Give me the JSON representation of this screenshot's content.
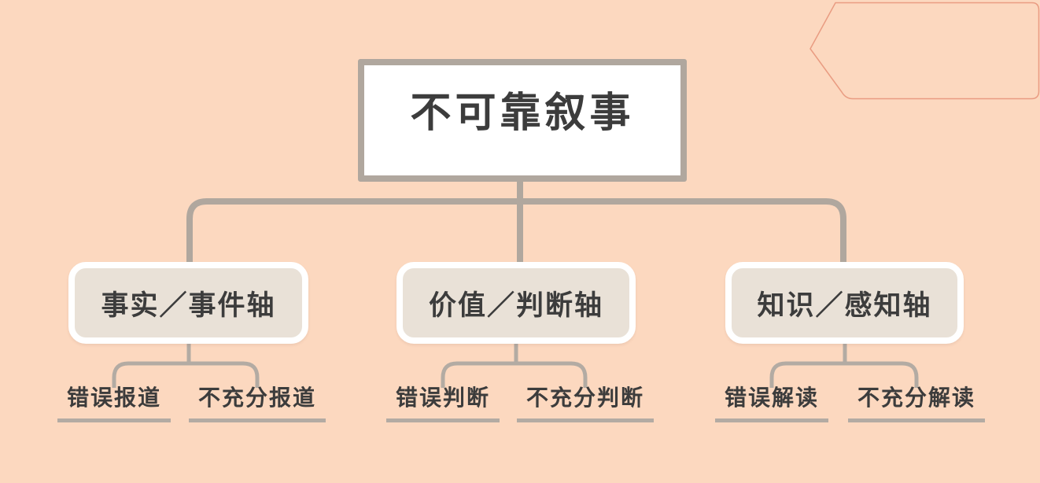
{
  "root": {
    "label": "不可靠叙事"
  },
  "branches": [
    {
      "label": "事实／事件轴",
      "children": [
        "错误报道",
        "不充分报道"
      ]
    },
    {
      "label": "价值／判断轴",
      "children": [
        "错误判断",
        "不充分判断"
      ]
    },
    {
      "label": "知识／感知轴",
      "children": [
        "错误解读",
        "不充分解读"
      ]
    }
  ],
  "colors": {
    "canvas_background": "#FCD8BF",
    "root_fill": "#FFFFFF",
    "root_border": "#B0A79E",
    "branch_fill": "#E9E1D7",
    "branch_border": "#FFFFFF",
    "connector": "#B0A79E",
    "sub_connector": "#B3ABA3",
    "leaf_underline": "#B3ABA3",
    "text": "#3C3C3C",
    "banner_outline": "#E99C82"
  }
}
